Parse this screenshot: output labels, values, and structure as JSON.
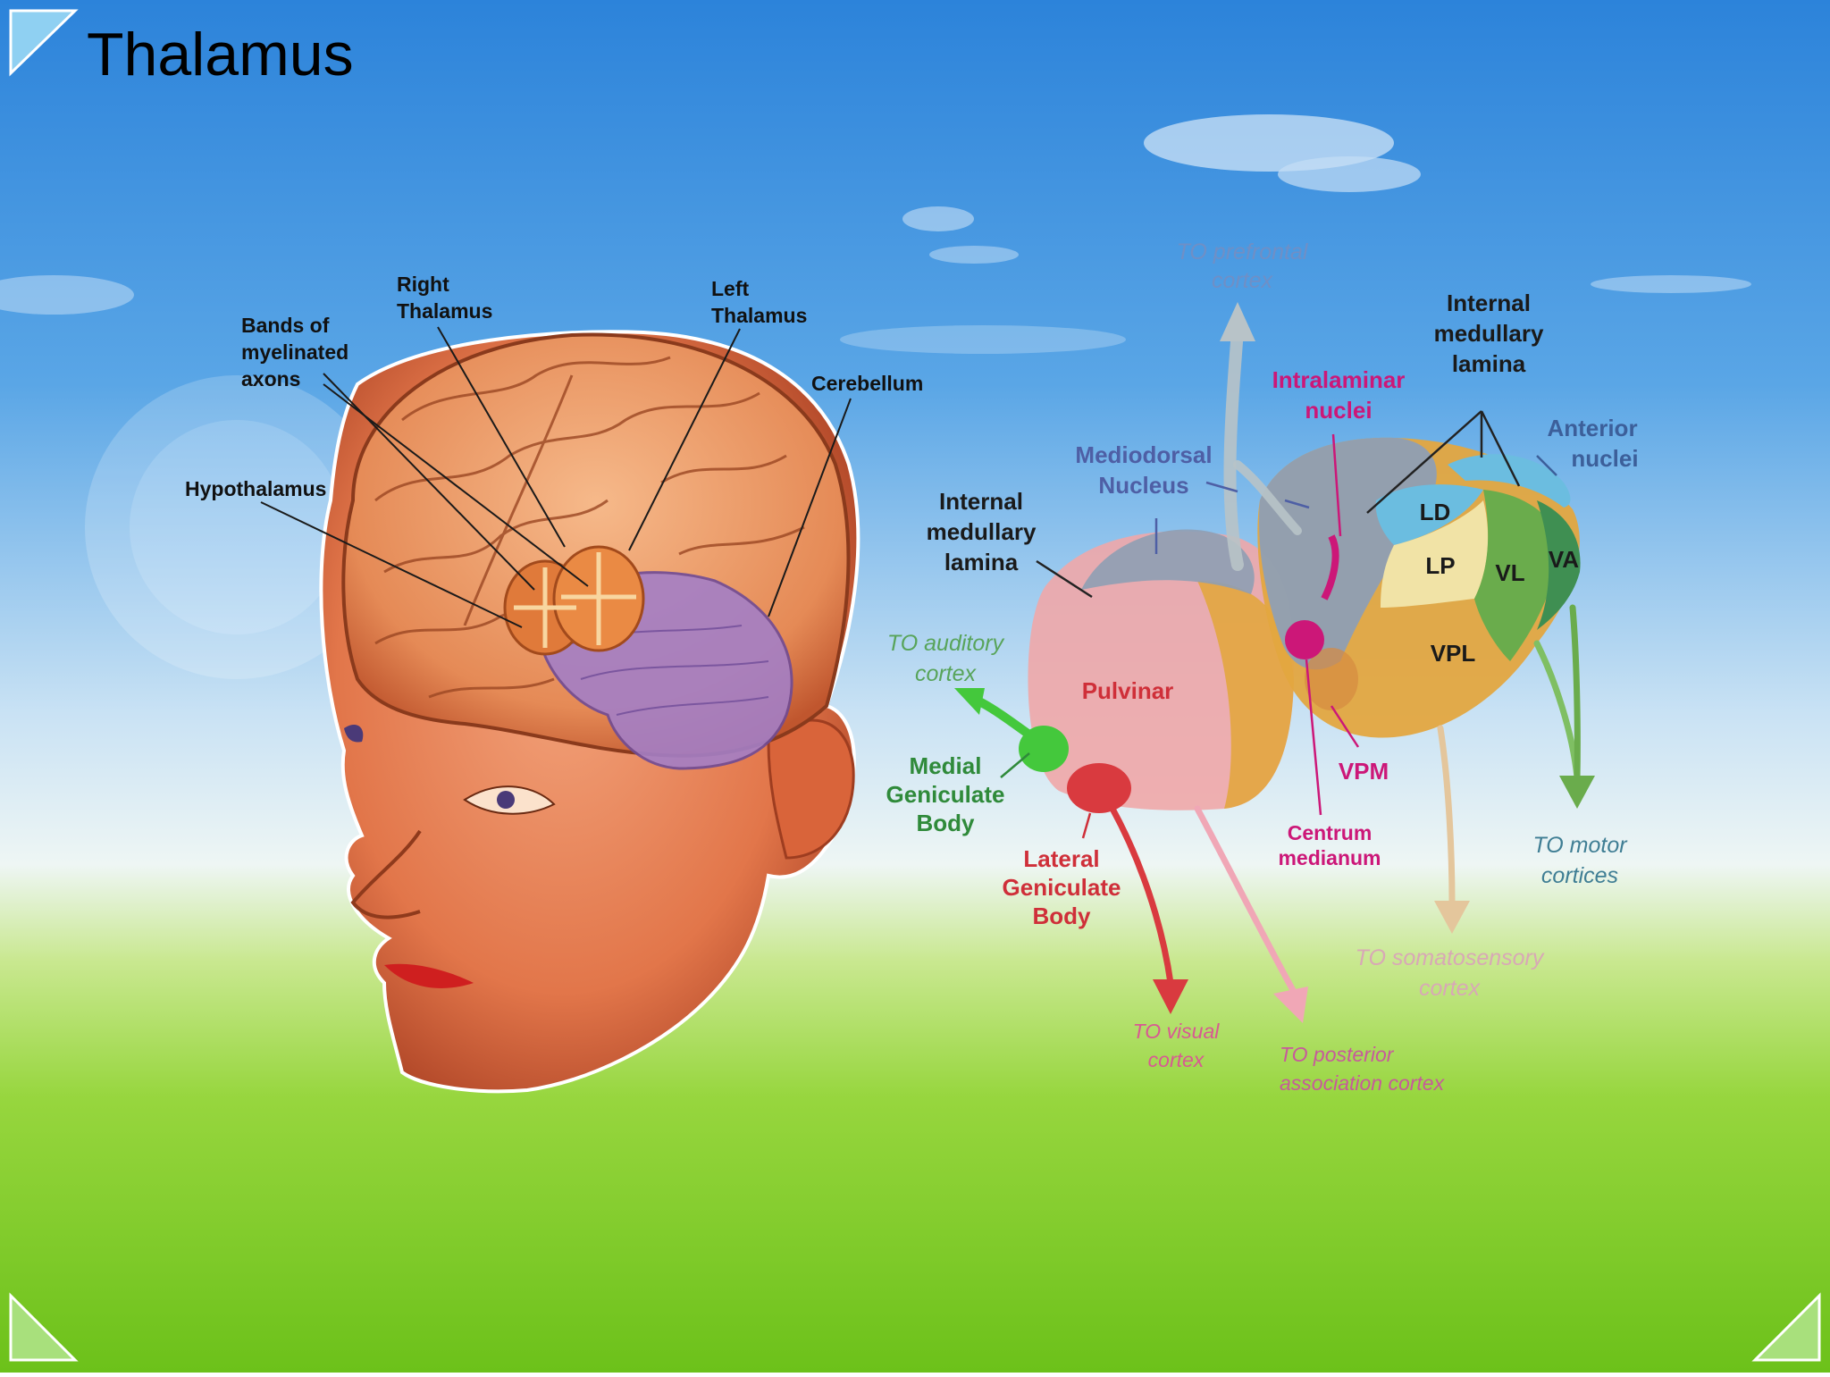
{
  "slide": {
    "title": "Thalamus"
  },
  "head_labels": {
    "right_thalamus": [
      "Right",
      "Thalamus"
    ],
    "left_thalamus": [
      "Left",
      "Thalamus"
    ],
    "bands": [
      "Bands of",
      "myelinated",
      "axons"
    ],
    "cerebellum": "Cerebellum",
    "hypothalamus": "Hypothalamus"
  },
  "thalamus_labels": {
    "prefrontal": [
      "TO prefrontal",
      "cortex"
    ],
    "internal_lamina_top": [
      "Internal",
      "medullary",
      "lamina"
    ],
    "intralaminar": [
      "Intralaminar",
      "nuclei"
    ],
    "anterior": [
      "Anterior",
      "nuclei"
    ],
    "mediodorsal": [
      "Mediodorsal",
      "Nucleus"
    ],
    "internal_lamina_left": [
      "Internal",
      "medullary",
      "lamina"
    ],
    "ld": "LD",
    "lp": "LP",
    "vl": "VL",
    "va": "VA",
    "vpl": "VPL",
    "pulvinar": "Pulvinar",
    "auditory": [
      "TO auditory",
      "cortex"
    ],
    "mgb": [
      "Medial",
      "Geniculate",
      "Body"
    ],
    "lgb": [
      "Lateral",
      "Geniculate",
      "Body"
    ],
    "vpm": "VPM",
    "centrum": [
      "Centrum",
      "medianum"
    ],
    "motor": [
      "TO motor",
      "cortices"
    ],
    "somatosensory": [
      "TO somatosensory",
      "cortex"
    ],
    "visual": [
      "TO visual",
      "cortex"
    ],
    "posterior": [
      "TO posterior",
      "association cortex"
    ]
  },
  "colors": {
    "sky_top": "#2f86dc",
    "sky_mid": "#d4e8f4",
    "grass": "#7fcc1c",
    "accent_corner": "#7fc6f0",
    "pulvinar": "#f0a7a8",
    "mediodorsal": "#8f9fb4",
    "vpl": "#e3a640",
    "vl": "#6aac4c",
    "va": "#3f8f52",
    "ld": "#6bbde0",
    "lp": "#f1e3a6",
    "mgb": "#44c83c",
    "lgb": "#d93a3f",
    "magenta": "#cc1778",
    "prefrontal_text": "#6f8fc6",
    "auditory_text": "#58a45a",
    "mgb_text": "#2f8a3a",
    "lgb_text": "#cf2f39",
    "motor_text": "#3f7e94",
    "somato_text": "#d8a8b6",
    "visual_text": "#d85a92",
    "posterior_text": "#c75a9b",
    "mediodorsal_text": "#4e5fa5",
    "anterior_text": "#3c5f9a"
  }
}
